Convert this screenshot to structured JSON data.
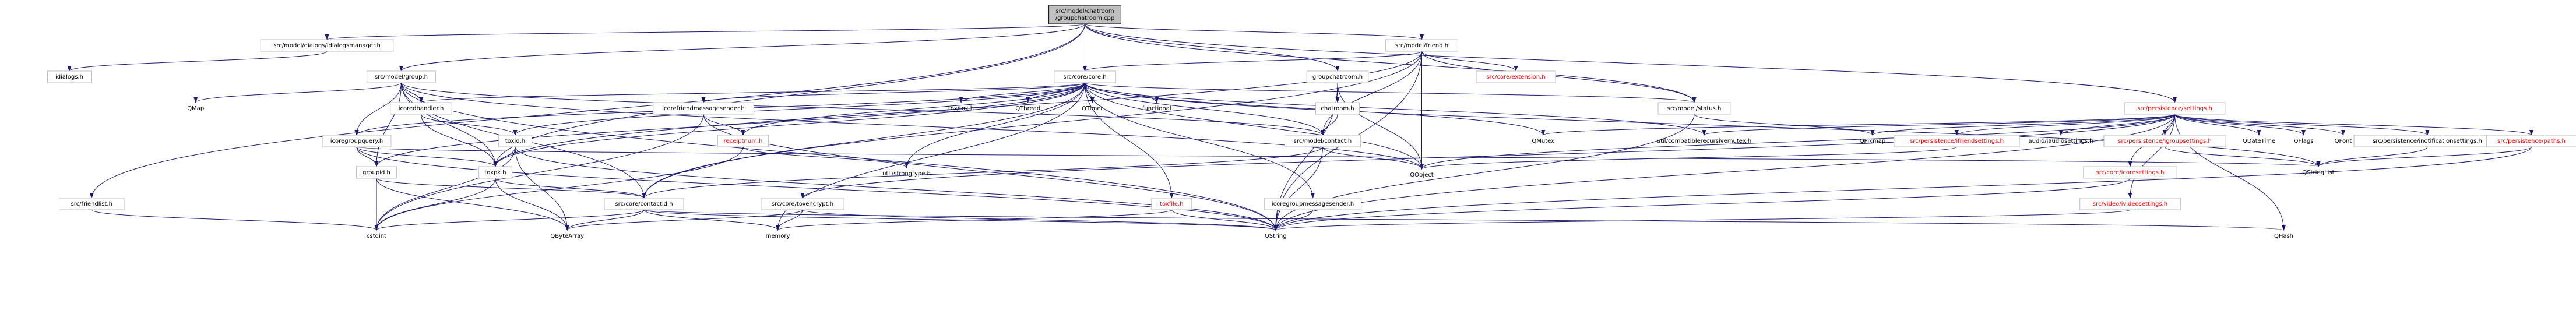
{
  "graph": {
    "title": "Include dependency graph",
    "edge_color": "#191970",
    "root_fill": "#bfbfbf",
    "missing_color": "#ff0000",
    "nodes": [
      {
        "id": "root",
        "label": [
          "src/model/chatroom",
          "/groupchatroom.cpp"
        ],
        "style": "root"
      },
      {
        "id": "dlgmgr",
        "label": [
          "src/model/dialogs/idialogsmanager.h"
        ],
        "style": "normal"
      },
      {
        "id": "friend",
        "label": [
          "src/model/friend.h"
        ],
        "style": "normal"
      },
      {
        "id": "idialogs",
        "label": [
          "idialogs.h"
        ],
        "style": "normal"
      },
      {
        "id": "group",
        "label": [
          "src/model/group.h"
        ],
        "style": "normal"
      },
      {
        "id": "core",
        "label": [
          "src/core/core.h"
        ],
        "style": "normal"
      },
      {
        "id": "ext",
        "label": [
          "src/core/extension.h"
        ],
        "style": "red"
      },
      {
        "id": "gcr",
        "label": [
          "groupchatroom.h"
        ],
        "style": "normal"
      },
      {
        "id": "qmap",
        "label": [
          "QMap"
        ],
        "style": "plain"
      },
      {
        "id": "icoredh",
        "label": [
          "icoredhandler.h"
        ],
        "style": "normal"
      },
      {
        "id": "icfms",
        "label": [
          "icorefriendmessagesender.h"
        ],
        "style": "normal"
      },
      {
        "id": "toxh",
        "label": [
          "tox/tox.h"
        ],
        "style": "plain"
      },
      {
        "id": "qthread",
        "label": [
          "QThread"
        ],
        "style": "plain"
      },
      {
        "id": "qtimer",
        "label": [
          "QTimer"
        ],
        "style": "plain"
      },
      {
        "id": "functional",
        "label": [
          "functional"
        ],
        "style": "plain"
      },
      {
        "id": "chatroom",
        "label": [
          "chatroom.h"
        ],
        "style": "normal"
      },
      {
        "id": "status",
        "label": [
          "src/model/status.h"
        ],
        "style": "normal"
      },
      {
        "id": "settings",
        "label": [
          "src/persistence/settings.h"
        ],
        "style": "red"
      },
      {
        "id": "icgq",
        "label": [
          "icoregroupquery.h"
        ],
        "style": "normal"
      },
      {
        "id": "toxid",
        "label": [
          "toxid.h"
        ],
        "style": "normal"
      },
      {
        "id": "receipt",
        "label": [
          "receiptnum.h"
        ],
        "style": "red"
      },
      {
        "id": "contact",
        "label": [
          "src/model/contact.h"
        ],
        "style": "normal"
      },
      {
        "id": "qmutex",
        "label": [
          "QMutex"
        ],
        "style": "plain"
      },
      {
        "id": "compat",
        "label": [
          "util/compatiblerecursivemutex.h"
        ],
        "style": "plain"
      },
      {
        "id": "qpixmap",
        "label": [
          "QPixmap"
        ],
        "style": "plain"
      },
      {
        "id": "ifs",
        "label": [
          "src/persistence/ifriendsettings.h"
        ],
        "style": "red"
      },
      {
        "id": "audio",
        "label": [
          "audio/iaudiosettings.h"
        ],
        "style": "plain"
      },
      {
        "id": "igs",
        "label": [
          "src/persistence/igroupsettings.h"
        ],
        "style": "red"
      },
      {
        "id": "qdatetime",
        "label": [
          "QDateTime"
        ],
        "style": "plain"
      },
      {
        "id": "qflags",
        "label": [
          "QFlags"
        ],
        "style": "plain"
      },
      {
        "id": "qfont",
        "label": [
          "QFont"
        ],
        "style": "plain"
      },
      {
        "id": "ins",
        "label": [
          "src/persistence/inotificationsettings.h"
        ],
        "style": "normal"
      },
      {
        "id": "paths",
        "label": [
          "src/persistence/paths.h"
        ],
        "style": "red"
      },
      {
        "id": "groupid",
        "label": [
          "groupid.h"
        ],
        "style": "normal"
      },
      {
        "id": "toxpk",
        "label": [
          "toxpk.h"
        ],
        "style": "normal"
      },
      {
        "id": "strongtype",
        "label": [
          "util/strongtype.h"
        ],
        "style": "plain"
      },
      {
        "id": "qobject",
        "label": [
          "QObject"
        ],
        "style": "plain"
      },
      {
        "id": "qstringlist",
        "label": [
          "QStringList"
        ],
        "style": "plain"
      },
      {
        "id": "ics",
        "label": [
          "src/core/icoresettings.h"
        ],
        "style": "red"
      },
      {
        "id": "flist",
        "label": [
          "src/friendlist.h"
        ],
        "style": "normal"
      },
      {
        "id": "contactid",
        "label": [
          "src/core/contactid.h"
        ],
        "style": "normal"
      },
      {
        "id": "toxencrypt",
        "label": [
          "src/core/toxencrypt.h"
        ],
        "style": "normal"
      },
      {
        "id": "toxfile",
        "label": [
          "toxfile.h"
        ],
        "style": "red"
      },
      {
        "id": "icgms",
        "label": [
          "icoregroupmessagesender.h"
        ],
        "style": "normal"
      },
      {
        "id": "ivs",
        "label": [
          "src/video/ivideosettings.h"
        ],
        "style": "red"
      },
      {
        "id": "cstdint",
        "label": [
          "cstdint"
        ],
        "style": "plain"
      },
      {
        "id": "qbytearray",
        "label": [
          "QByteArray"
        ],
        "style": "plain"
      },
      {
        "id": "memory",
        "label": [
          "memory"
        ],
        "style": "plain"
      },
      {
        "id": "qstring",
        "label": [
          "QString"
        ],
        "style": "plain"
      },
      {
        "id": "qhash",
        "label": [
          "QHash"
        ],
        "style": "plain"
      }
    ],
    "edges": [
      [
        "root",
        "dlgmgr"
      ],
      [
        "root",
        "friend"
      ],
      [
        "root",
        "group"
      ],
      [
        "root",
        "core"
      ],
      [
        "root",
        "gcr"
      ],
      [
        "root",
        "status"
      ],
      [
        "root",
        "settings"
      ],
      [
        "root",
        "flist"
      ],
      [
        "root",
        "toxpk"
      ],
      [
        "dlgmgr",
        "idialogs"
      ],
      [
        "friend",
        "core"
      ],
      [
        "friend",
        "ext"
      ],
      [
        "friend",
        "status"
      ],
      [
        "friend",
        "contact"
      ],
      [
        "friend",
        "toxpk"
      ],
      [
        "friend",
        "qstring"
      ],
      [
        "friend",
        "qobject"
      ],
      [
        "friend",
        "contactid"
      ],
      [
        "group",
        "qmap"
      ],
      [
        "group",
        "icoredh"
      ],
      [
        "group",
        "icgq"
      ],
      [
        "group",
        "groupid"
      ],
      [
        "group",
        "toxpk"
      ],
      [
        "group",
        "contactid"
      ],
      [
        "group",
        "contact"
      ],
      [
        "group",
        "qstring"
      ],
      [
        "group",
        "qobject"
      ],
      [
        "core",
        "icoredh"
      ],
      [
        "core",
        "icfms"
      ],
      [
        "core",
        "toxh"
      ],
      [
        "core",
        "qthread"
      ],
      [
        "core",
        "qtimer"
      ],
      [
        "core",
        "functional"
      ],
      [
        "core",
        "toxid"
      ],
      [
        "core",
        "receipt"
      ],
      [
        "core",
        "contact"
      ],
      [
        "core",
        "qmutex"
      ],
      [
        "core",
        "compat"
      ],
      [
        "core",
        "icgq"
      ],
      [
        "core",
        "icgms"
      ],
      [
        "core",
        "toxfile"
      ],
      [
        "core",
        "groupid"
      ],
      [
        "core",
        "toxpk"
      ],
      [
        "core",
        "strongtype"
      ],
      [
        "core",
        "qobject"
      ],
      [
        "core",
        "memory"
      ],
      [
        "core",
        "status"
      ],
      [
        "core",
        "qstringlist"
      ],
      [
        "core",
        "contactid"
      ],
      [
        "gcr",
        "chatroom"
      ],
      [
        "gcr",
        "qobject"
      ],
      [
        "gcr",
        "qstring"
      ],
      [
        "chatroom",
        "contact"
      ],
      [
        "icoredh",
        "toxid"
      ],
      [
        "icoredh",
        "toxpk"
      ],
      [
        "icfms",
        "receipt"
      ],
      [
        "icfms",
        "cstdint"
      ],
      [
        "icfms",
        "qstring"
      ],
      [
        "toxid",
        "toxpk"
      ],
      [
        "toxid",
        "cstdint"
      ],
      [
        "toxid",
        "qbytearray"
      ],
      [
        "toxid",
        "qstring"
      ],
      [
        "receipt",
        "strongtype"
      ],
      [
        "receipt",
        "cstdint"
      ],
      [
        "icgq",
        "groupid"
      ],
      [
        "icgq",
        "toxpk"
      ],
      [
        "icgq",
        "qstringlist"
      ],
      [
        "icgq",
        "qstring"
      ],
      [
        "contact",
        "qobject"
      ],
      [
        "contact",
        "qstring"
      ],
      [
        "contact",
        "contactid"
      ],
      [
        "status",
        "qpixmap"
      ],
      [
        "status",
        "qstring"
      ],
      [
        "settings",
        "qmutex"
      ],
      [
        "settings",
        "compat"
      ],
      [
        "settings",
        "qpixmap"
      ],
      [
        "settings",
        "ifs"
      ],
      [
        "settings",
        "audio"
      ],
      [
        "settings",
        "igs"
      ],
      [
        "settings",
        "qdatetime"
      ],
      [
        "settings",
        "qflags"
      ],
      [
        "settings",
        "qfont"
      ],
      [
        "settings",
        "ins"
      ],
      [
        "settings",
        "paths"
      ],
      [
        "settings",
        "qobject"
      ],
      [
        "settings",
        "ics"
      ],
      [
        "settings",
        "ivs"
      ],
      [
        "settings",
        "toxencrypt"
      ],
      [
        "settings",
        "qhash"
      ],
      [
        "settings",
        "qstring"
      ],
      [
        "ifs",
        "qobject"
      ],
      [
        "igs",
        "qstringlist"
      ],
      [
        "ins",
        "qstringlist"
      ],
      [
        "paths",
        "qstringlist"
      ],
      [
        "paths",
        "qstring"
      ],
      [
        "ics",
        "qstring"
      ],
      [
        "ivs",
        "qstring"
      ],
      [
        "groupid",
        "contactid"
      ],
      [
        "groupid",
        "cstdint"
      ],
      [
        "groupid",
        "qbytearray"
      ],
      [
        "toxpk",
        "contactid"
      ],
      [
        "toxpk",
        "cstdint"
      ],
      [
        "toxpk",
        "qbytearray"
      ],
      [
        "contactid",
        "cstdint"
      ],
      [
        "contactid",
        "qbytearray"
      ],
      [
        "contactid",
        "memory"
      ],
      [
        "contactid",
        "qstring"
      ],
      [
        "contactid",
        "qhash"
      ],
      [
        "toxencrypt",
        "memory"
      ],
      [
        "toxencrypt",
        "qbytearray"
      ],
      [
        "toxencrypt",
        "qstring"
      ],
      [
        "toxfile",
        "memory"
      ],
      [
        "toxfile",
        "qstring"
      ],
      [
        "icgms",
        "qstring"
      ],
      [
        "flist",
        "cstdint"
      ]
    ]
  }
}
